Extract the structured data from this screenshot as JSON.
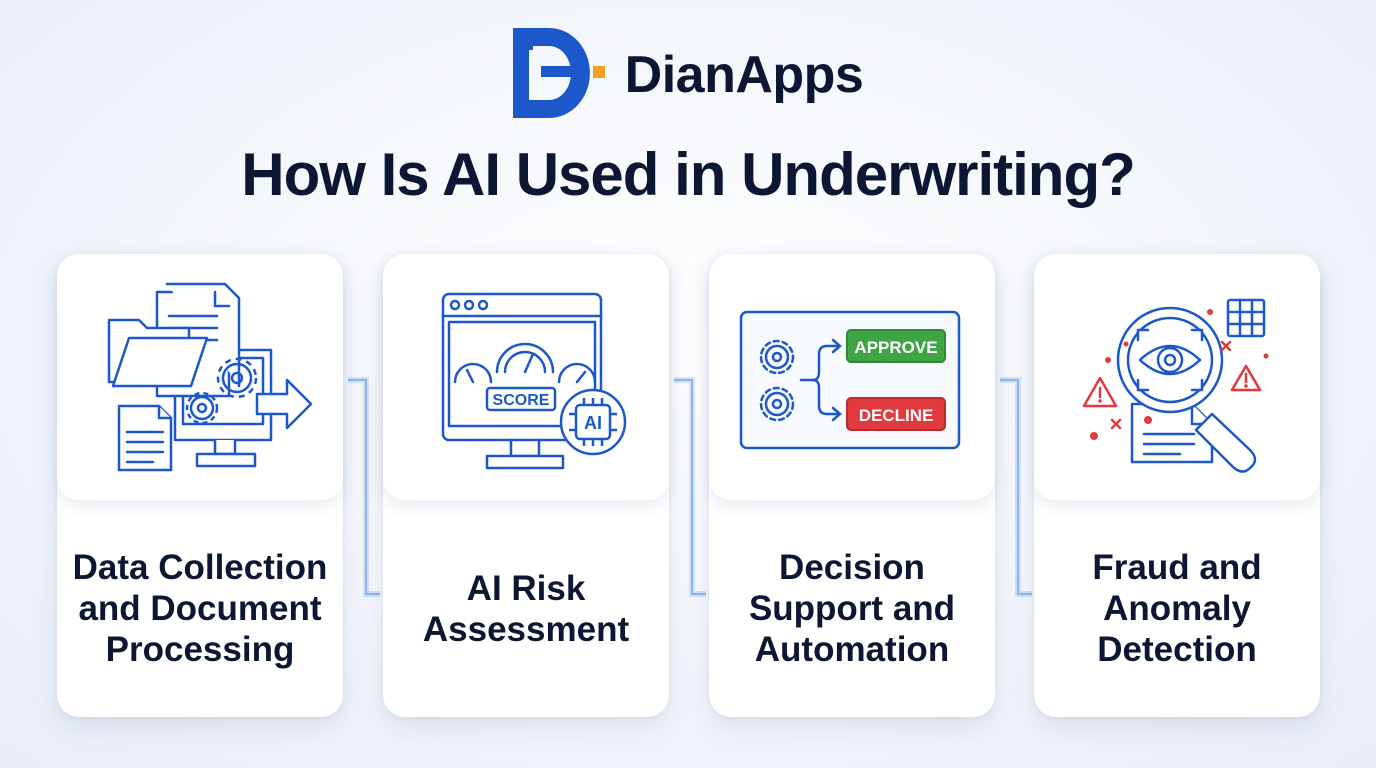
{
  "brand": {
    "name": "DianApps",
    "logo_icon": "dianapps-logo-icon"
  },
  "title": "How Is AI Used in Underwriting?",
  "colors": {
    "primary_blue": "#1c58c9",
    "dark_navy": "#0d1633",
    "green": "#3fa544",
    "red": "#e0393e",
    "orange": "#f4a020"
  },
  "cards": [
    {
      "label": "Data Collection and Document Processing",
      "icon": "data-collection-icon"
    },
    {
      "label": "AI Risk Assessment",
      "icon": "risk-assessment-icon",
      "score_text": "SCORE",
      "ai_chip_text": "AI"
    },
    {
      "label": "Decision Support and Automation",
      "icon": "decision-flow-icon",
      "approve_text": "APPROVE",
      "decline_text": "DECLINE"
    },
    {
      "label": "Fraud and Anomaly Detection",
      "icon": "fraud-detection-icon"
    }
  ]
}
